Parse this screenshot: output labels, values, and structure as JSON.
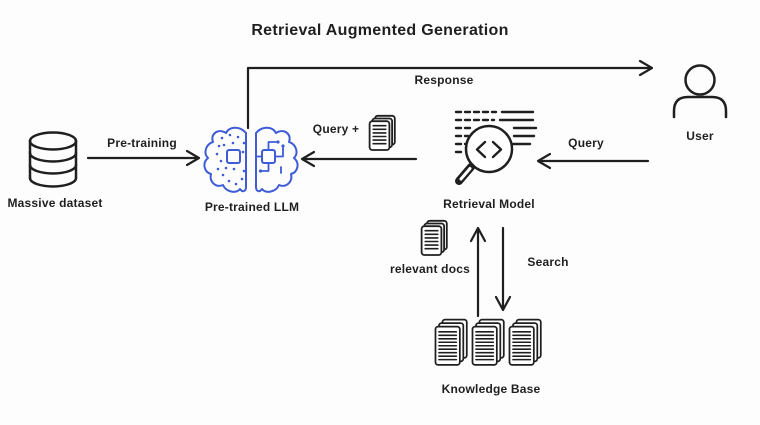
{
  "title": "Retrieval Augmented Generation",
  "colors": {
    "ink": "#1f1f1f",
    "accent": "#3e5cd6",
    "background": "#fdfdfd"
  },
  "nodes": {
    "massive_dataset": {
      "label": "Massive dataset",
      "icon": "database-icon"
    },
    "pretrained_llm": {
      "label": "Pre-trained LLM",
      "icon": "brain-circuit-icon"
    },
    "retrieval_model": {
      "label": "Retrieval Model",
      "icon": "search-code-icon"
    },
    "user": {
      "label": "User",
      "icon": "person-icon"
    },
    "relevant_docs": {
      "label": "relevant docs",
      "icon": "document-stack-icon"
    },
    "knowledge_base": {
      "label": "Knowledge Base",
      "icon": "document-stacks-icon"
    }
  },
  "edges": {
    "pre_training": {
      "label": "Pre-training",
      "from": "massive_dataset",
      "to": "pretrained_llm"
    },
    "query_plus": {
      "label": "Query +",
      "from": "retrieval_model",
      "to": "pretrained_llm",
      "icon": "document-stack-icon"
    },
    "response": {
      "label": "Response",
      "from": "pretrained_llm",
      "to": "user"
    },
    "query": {
      "label": "Query",
      "from": "user",
      "to": "retrieval_model"
    },
    "search": {
      "label": "Search",
      "from": "retrieval_model",
      "to": "knowledge_base"
    },
    "retrieve": {
      "from": "knowledge_base",
      "to": "retrieval_model"
    }
  }
}
